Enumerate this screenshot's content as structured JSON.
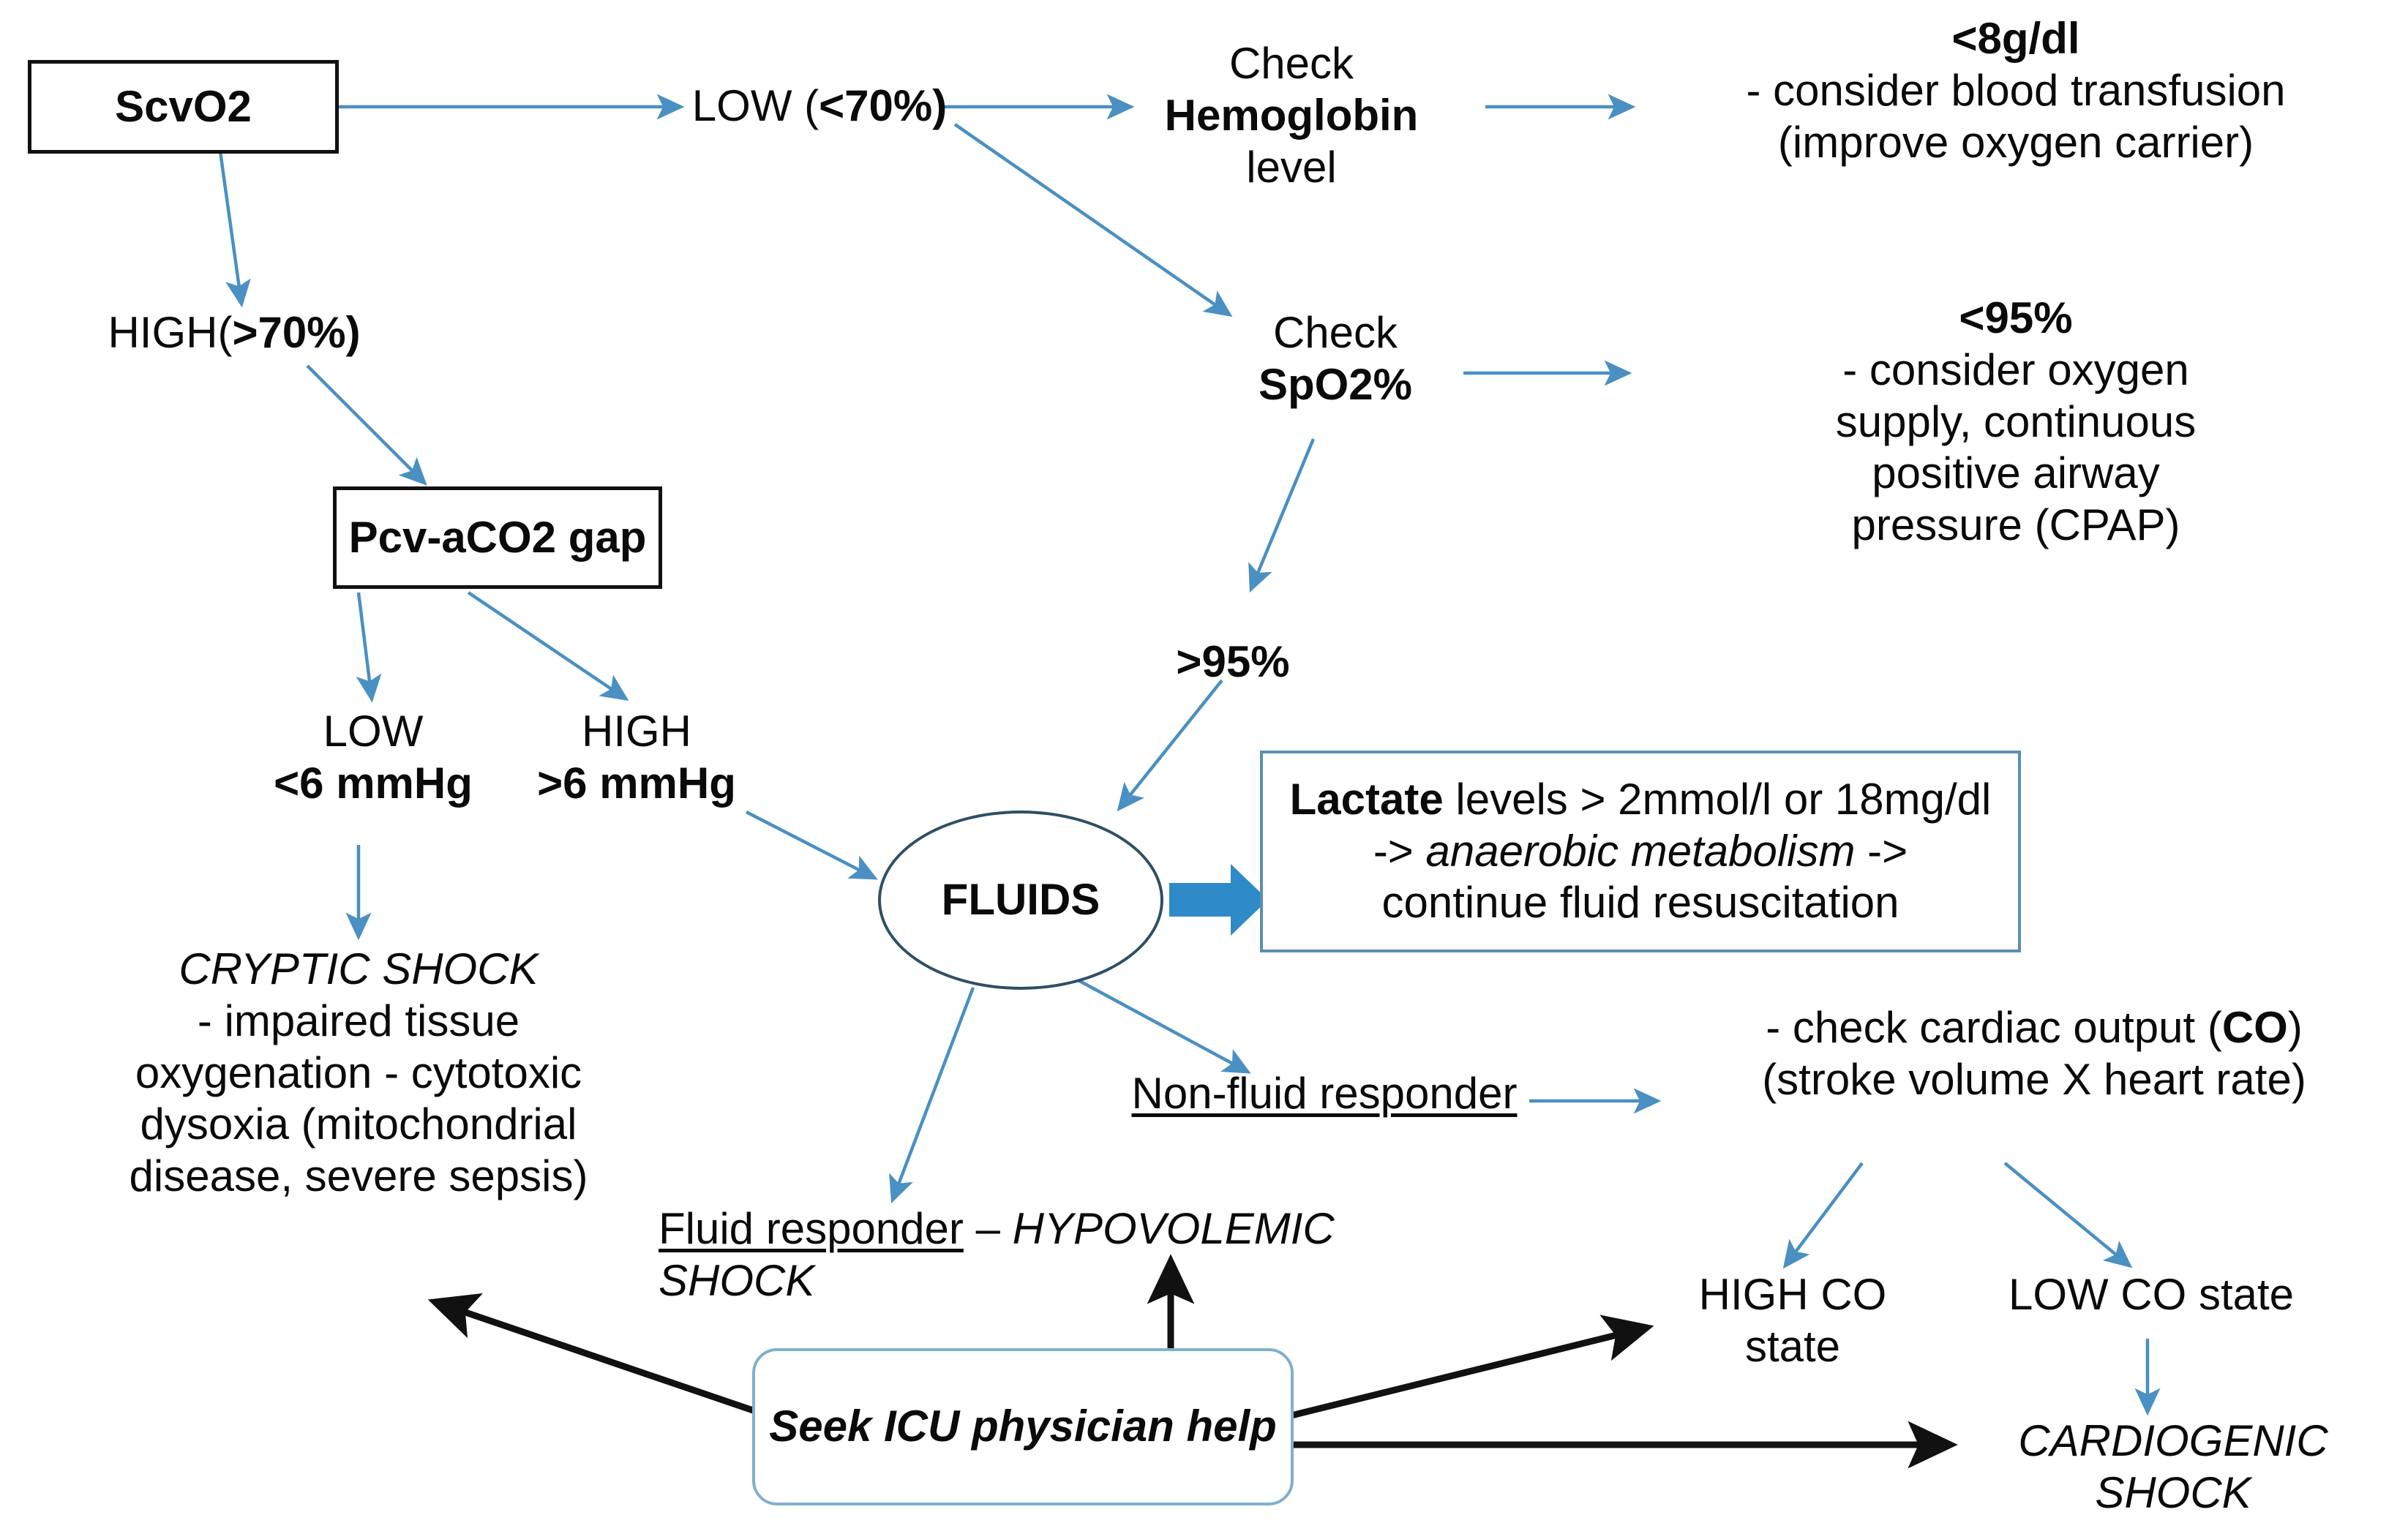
{
  "colors": {
    "arrow_blue": "#4a90c2",
    "arrow_black": "#111111",
    "block_arrow_blue": "#2e8bc8",
    "box_border_black": "#111111",
    "box_border_blue": "#7fb0cc",
    "oval_border": "#2f4f63",
    "background": "#ffffff",
    "text": "#0a0a0a"
  },
  "nodes": {
    "scvo2": {
      "label": "ScvO2"
    },
    "low70": {
      "prefix": "LOW (",
      "emphasis": "<70%)"
    },
    "high70": {
      "prefix": "HIGH(",
      "emphasis": ">70%)"
    },
    "check_hemoglobin": {
      "line1": "Check",
      "line2": "Hemoglobin",
      "line3": "level"
    },
    "hb_action": {
      "line1": "<8g/dl",
      "line2": "- consider blood transfusion",
      "line3": "(improve oxygen carrier)"
    },
    "check_spo2": {
      "line1": "Check",
      "line2": "SpO2%"
    },
    "spo2_action": {
      "line1": "<95%",
      "line2": "-   consider oxygen",
      "line3": "supply, continuous",
      "line4": "positive airway",
      "line5": "pressure (CPAP)"
    },
    "spo2_over95": {
      "label": ">95%"
    },
    "pcv_aco2_gap": {
      "label": "Pcv-aCO2 gap"
    },
    "gap_low": {
      "line1": "LOW",
      "line2": "<6 mmHg"
    },
    "gap_high": {
      "line1": "HIGH",
      "line2": ">6 mmHg"
    },
    "cryptic_shock": {
      "title": "CRYPTIC SHOCK",
      "line2": "- impaired tissue",
      "line3": "oxygenation - cytotoxic",
      "line4": "dysoxia (mitochondrial",
      "line5": "disease, severe sepsis)"
    },
    "fluids": {
      "label": "FLUIDS"
    },
    "lactate_box": {
      "line1_bold": "Lactate",
      "line1_rest": " levels > 2mmol/l or 18mg/dl",
      "line2_prefix": "-> ",
      "line2_italic": "anaerobic metabolism",
      "line2_suffix": " ->",
      "line3": "continue fluid resuscitation"
    },
    "non_fluid_responder": {
      "label": "Non-fluid responder"
    },
    "fluid_responder": {
      "underlined": "Fluid responder",
      "separator": " – ",
      "italic": "HYPOVOLEMIC SHOCK"
    },
    "cardiac_output": {
      "line1_prefix": "- check cardiac output (",
      "line1_bold": "CO",
      "line1_suffix": ")",
      "line2": "(stroke volume X heart rate)"
    },
    "high_co_state": {
      "label": "HIGH CO state"
    },
    "low_co_state": {
      "label": "LOW CO state"
    },
    "cardiogenic_shock": {
      "label": "CARDIOGENIC SHOCK"
    },
    "seek_icu": {
      "label": "Seek ICU physician help"
    }
  },
  "chart_data": {
    "type": "diagram",
    "title": "ScvO2 shock assessment flowchart",
    "edges": [
      {
        "from": "scvo2",
        "to": "low70",
        "style": "thin-blue"
      },
      {
        "from": "scvo2",
        "to": "high70",
        "style": "thin-blue"
      },
      {
        "from": "low70",
        "to": "check_hemoglobin",
        "style": "thin-blue"
      },
      {
        "from": "low70",
        "to": "check_spo2",
        "style": "thin-blue"
      },
      {
        "from": "check_hemoglobin",
        "to": "hb_action",
        "style": "thin-blue"
      },
      {
        "from": "check_spo2",
        "to": "spo2_action",
        "style": "thin-blue"
      },
      {
        "from": "check_spo2",
        "to": "spo2_over95",
        "style": "thin-blue"
      },
      {
        "from": "spo2_over95",
        "to": "fluids",
        "style": "thin-blue"
      },
      {
        "from": "high70",
        "to": "pcv_aco2_gap",
        "style": "thin-blue"
      },
      {
        "from": "pcv_aco2_gap",
        "to": "gap_low",
        "style": "thin-blue"
      },
      {
        "from": "pcv_aco2_gap",
        "to": "gap_high",
        "style": "thin-blue"
      },
      {
        "from": "gap_low",
        "to": "cryptic_shock",
        "style": "thin-blue"
      },
      {
        "from": "gap_high",
        "to": "fluids",
        "style": "thin-blue"
      },
      {
        "from": "fluids",
        "to": "lactate_box",
        "style": "block-arrow-blue"
      },
      {
        "from": "fluids",
        "to": "non_fluid_responder",
        "style": "thin-blue"
      },
      {
        "from": "fluids",
        "to": "fluid_responder",
        "style": "thin-blue"
      },
      {
        "from": "non_fluid_responder",
        "to": "cardiac_output",
        "style": "thin-blue"
      },
      {
        "from": "cardiac_output",
        "to": "high_co_state",
        "style": "thin-blue"
      },
      {
        "from": "cardiac_output",
        "to": "low_co_state",
        "style": "thin-blue"
      },
      {
        "from": "low_co_state",
        "to": "cardiogenic_shock",
        "style": "thin-blue"
      },
      {
        "from": "seek_icu",
        "to": "cryptic_shock",
        "style": "thick-black"
      },
      {
        "from": "seek_icu",
        "to": "fluid_responder",
        "style": "thick-black"
      },
      {
        "from": "seek_icu",
        "to": "high_co_state",
        "style": "thick-black"
      },
      {
        "from": "seek_icu",
        "to": "cardiogenic_shock",
        "style": "thick-black"
      }
    ]
  }
}
